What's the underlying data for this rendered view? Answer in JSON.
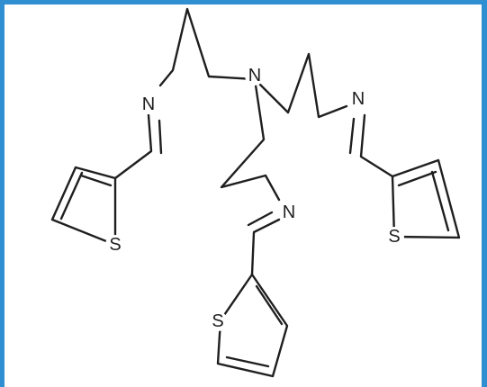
{
  "molecule": {
    "atoms": {
      "central_nitrogen": "N",
      "imine_left": "N",
      "imine_center": "N",
      "imine_right": "N",
      "sulfur_left": "S",
      "sulfur_center": "S",
      "sulfur_right": "S"
    }
  },
  "colors": {
    "frame_border": "#2f8fd0",
    "line": "#1f1f1f",
    "background": "#ffffff"
  }
}
